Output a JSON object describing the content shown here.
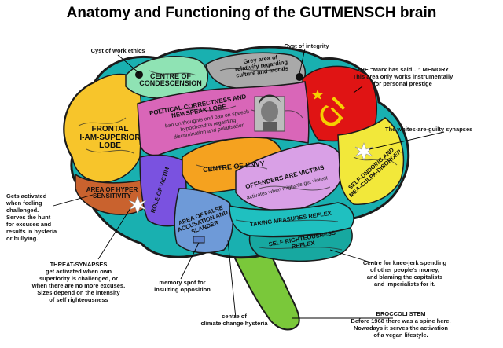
{
  "title": "Anatomy and Functioning of the GUTMENSCH brain",
  "annotations": {
    "cyst_work_ethics": "Cyst of work ethics",
    "cyst_integrity": "Cyst of integrity",
    "marx_memory": "THE “Marx has said…” MEMORY\nThis area only works instrumentally\nfor personal prestige",
    "whites_guilty": "The whites-are-guilty synapses",
    "gets_activated": "Gets activated\nwhen feeling\nchallenged.\nServes the hunt\nfor excuses and\nresults in hysteria\nor bullying.",
    "threat_synapses": "THREAT-SYNAPSES\nget activated when own\nsuperiority is challenged, or\nwhen there are no more excuses.\nSizes depend on the intensity\nof self righteousness",
    "memory_spot": "memory spot for\ninsulting opposition",
    "climate": "centre of\nclimate change hysteria",
    "knee_jerk": "Centre for knee-jerk spending\nof other people's money,\nand blaming the capitalists\nand imperialists for it.",
    "broccoli": "BROCCOLI STEM\nBefore 1968 there was a spine here.\nNowadays it serves the activation\nof a vegan lifestyle."
  },
  "regions": {
    "frontal": "FRONTAL\nI-AM-SUPERIOR\nLOBE",
    "condescension": "CENTRE OF\nCONDESCENSION",
    "grey_area": "Grey area of\nrelativity regarding\nculture and morals",
    "pc_lobe": "POLITICAL CORRECTNESS AND\nNEWSPEAK LOBE",
    "pc_lobe_sub": "ban on thoughts and ban on speech\nhypochondria regarding\ndiscrimination and polarisation",
    "hyper": "AREA OF HYPER\nSENSITIVITY",
    "role_victim": "ROLE OF VICTIM",
    "envy": "CENTRE OF ENVY",
    "offenders": "OFFENDERS ARE VICTIMS",
    "offenders_sub": "activates when migrants get violent",
    "self_undoing": "SELF-UNDOING AND\nMEA-CULPA-DISORDER",
    "false_accusation": "AREA OF FALSE\nACCUSATION AND\nSLANDER",
    "taking_measures": "TAKING MEASURES REFLEX",
    "self_righteous": "SELF RIGHTEOUSNESS\nREFLEX"
  },
  "colors": {
    "frontal": "#f7c52b",
    "condescension": "#8fe3b4",
    "grey": "#a9a9a9",
    "pc": "#d966b8",
    "red": "#e01414",
    "hyper": "#c9622e",
    "victim": "#7a52e0",
    "envy": "#f5a21f",
    "offenders": "#d9a0e6",
    "self_undoing": "#f2e83a",
    "false_acc": "#6e9ad8",
    "taking": "#1fc0c0",
    "righteous": "#17a8a0",
    "stem": "#7ac83a",
    "cerebellum_base": "#19b0b0"
  }
}
